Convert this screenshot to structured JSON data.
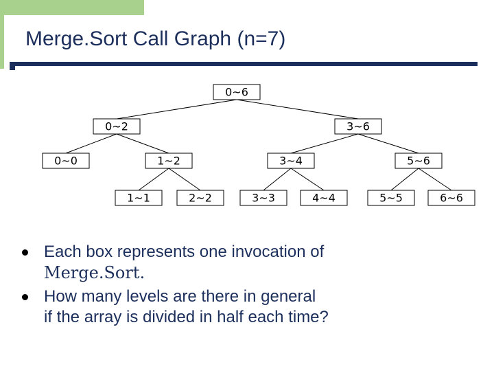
{
  "slide": {
    "title": "Merge.Sort Call Graph (n=7)"
  },
  "tree": {
    "nodes": [
      {
        "id": "n06",
        "label": "0~6"
      },
      {
        "id": "n02",
        "label": "0~2"
      },
      {
        "id": "n36",
        "label": "3~6"
      },
      {
        "id": "n00",
        "label": "0~0"
      },
      {
        "id": "n12",
        "label": "1~2"
      },
      {
        "id": "n34",
        "label": "3~4"
      },
      {
        "id": "n56",
        "label": "5~6"
      },
      {
        "id": "n11",
        "label": "1~1"
      },
      {
        "id": "n22",
        "label": "2~2"
      },
      {
        "id": "n33",
        "label": "3~3"
      },
      {
        "id": "n44",
        "label": "4~4"
      },
      {
        "id": "n55",
        "label": "5~5"
      },
      {
        "id": "n66",
        "label": "6~6"
      }
    ],
    "edges": [
      [
        "n06",
        "n02"
      ],
      [
        "n06",
        "n36"
      ],
      [
        "n02",
        "n00"
      ],
      [
        "n02",
        "n12"
      ],
      [
        "n36",
        "n34"
      ],
      [
        "n36",
        "n56"
      ],
      [
        "n12",
        "n11"
      ],
      [
        "n12",
        "n22"
      ],
      [
        "n34",
        "n33"
      ],
      [
        "n34",
        "n44"
      ],
      [
        "n56",
        "n55"
      ],
      [
        "n56",
        "n66"
      ]
    ]
  },
  "bullets": [
    {
      "text": "Each box represents one invocation of",
      "code": "Merge.Sort."
    },
    {
      "text": "How many levels are there in general",
      "line2": "if the array is divided in half each time?"
    }
  ]
}
